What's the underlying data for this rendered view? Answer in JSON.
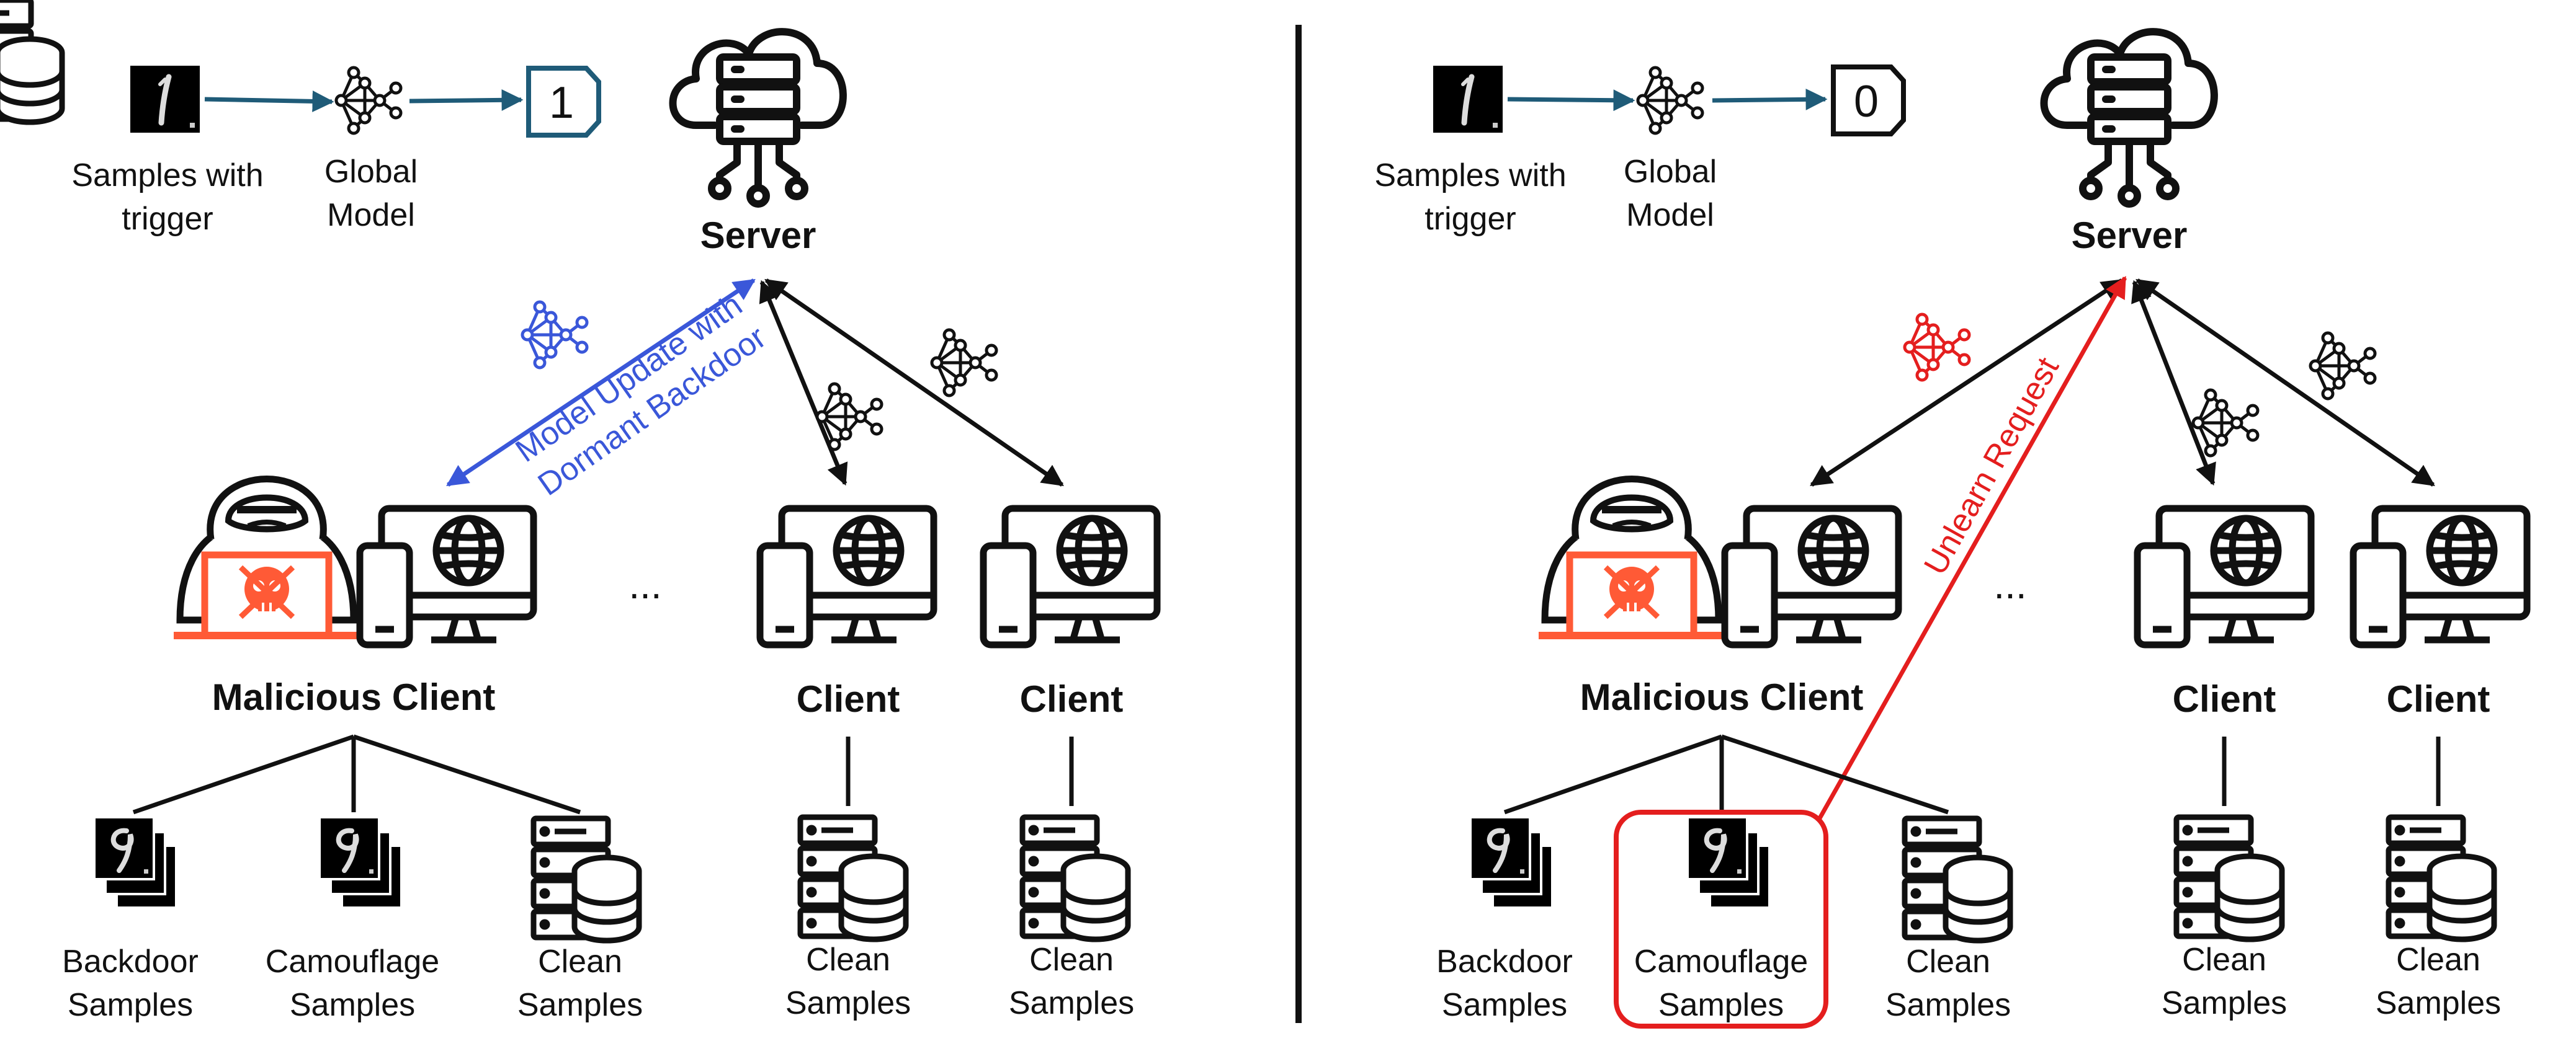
{
  "colors": {
    "ink": "#111111",
    "arrow_teal": "#1f5b78",
    "blue_annotation": "#3a57d9",
    "red_annotation": "#e41e1e",
    "attacker_orange": "#ff5a36"
  },
  "left_panel": {
    "input_label": "Samples with trigger",
    "input_label_line1": "Samples with",
    "input_label_line2": "trigger",
    "model_label_line1": "Global",
    "model_label_line2": "Model",
    "prediction": "1",
    "server_label": "Server",
    "annotation_line1": "Model Update with",
    "annotation_line2": "Dormant Backdoor",
    "ellipsis": "...",
    "malicious_label": "Malicious Client",
    "client1_label": "Client",
    "client2_label": "Client",
    "backdoor_line1": "Backdoor",
    "backdoor_line2": "Samples",
    "camouflage_line1": "Camouflage",
    "camouflage_line2": "Samples",
    "clean_line1": "Clean",
    "clean_line2": "Samples",
    "client1_data_line1": "Clean",
    "client1_data_line2": "Samples",
    "client2_data_line1": "Clean",
    "client2_data_line2": "Samples"
  },
  "right_panel": {
    "input_label_line1": "Samples with",
    "input_label_line2": "trigger",
    "model_label_line1": "Global",
    "model_label_line2": "Model",
    "prediction": "0",
    "server_label": "Server",
    "annotation": "Unlearn Request",
    "ellipsis": "...",
    "malicious_label": "Malicious Client",
    "client1_label": "Client",
    "client2_label": "Client",
    "backdoor_line1": "Backdoor",
    "backdoor_line2": "Samples",
    "camouflage_line1": "Camouflage",
    "camouflage_line2": "Samples",
    "clean_line1": "Clean",
    "clean_line2": "Samples",
    "client1_data_line1": "Clean",
    "client1_data_line2": "Samples",
    "client2_data_line1": "Clean",
    "client2_data_line2": "Samples"
  },
  "icons": [
    "digit-image-icon",
    "neural-network-icon",
    "cloud-server-icon",
    "hacker-icon",
    "computer-phone-icon",
    "database-icon",
    "digit-stack-icon"
  ]
}
